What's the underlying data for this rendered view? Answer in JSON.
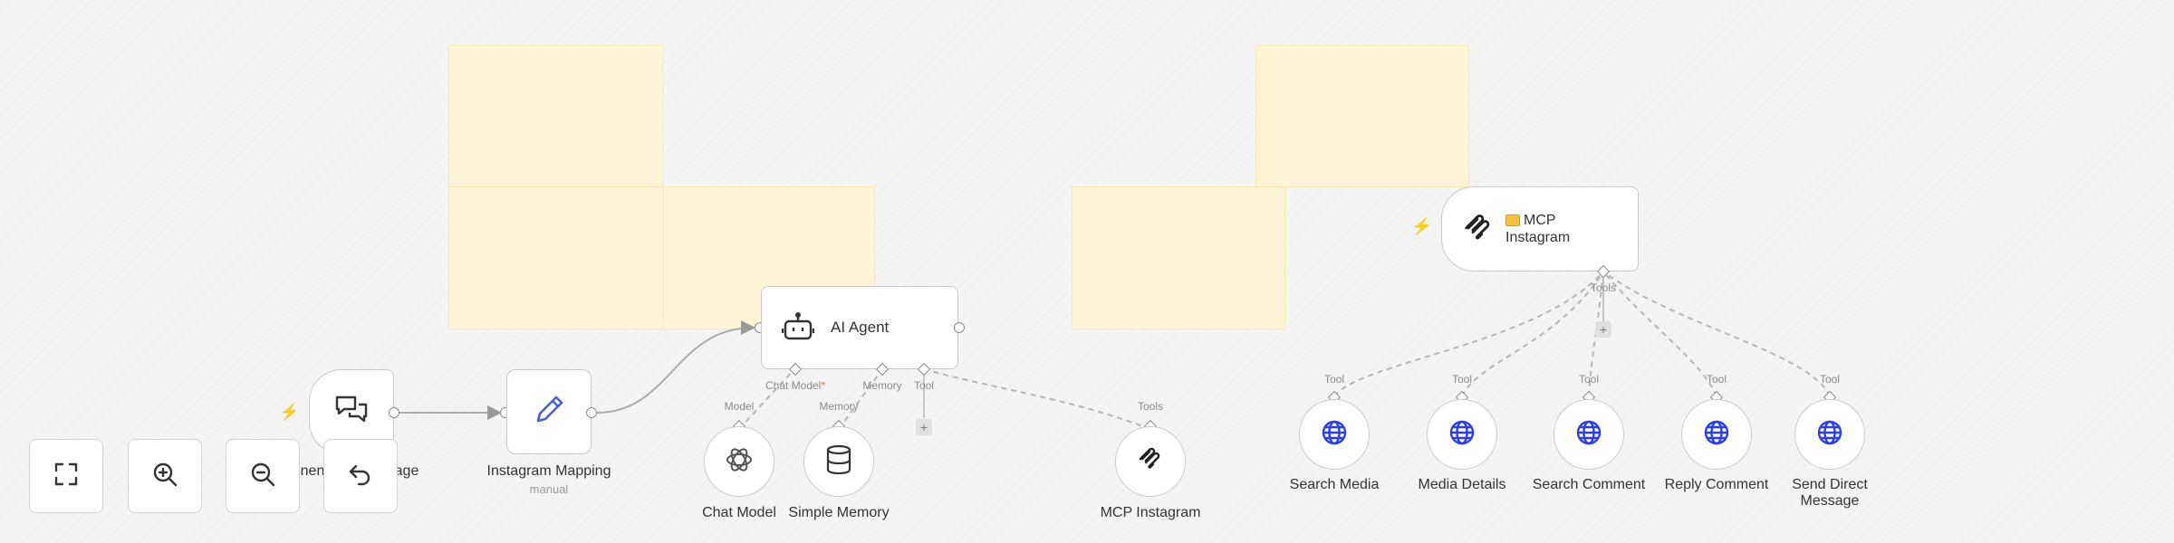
{
  "canvas": {
    "accent_trigger": "#ff5a4f",
    "sticky_color": "#fff5d6",
    "globe_color": "#2b3eea"
  },
  "nodes": {
    "trigger": {
      "label": "nen",
      "label_right": "age",
      "icon": "chat-bubbles-icon"
    },
    "instagram_mapping": {
      "label": "Instagram Mapping",
      "sublabel": "manual",
      "icon": "pencil-icon"
    },
    "ai_agent": {
      "label": "AI Agent",
      "icon": "robot-icon",
      "ports": {
        "chat_model": "Chat Model",
        "required_mark": "*",
        "memory": "Memory",
        "tool": "Tool"
      }
    },
    "chat_model": {
      "label": "Chat Model",
      "port": "Model",
      "icon": "openai-icon"
    },
    "simple_memory": {
      "label": "Simple Memory",
      "port": "Memory",
      "icon": "database-icon"
    },
    "mcp_instagram_tool": {
      "label": "MCP Instagram",
      "port": "Tools",
      "icon": "mcp-icon"
    },
    "mcp_server": {
      "line1": "MCP",
      "line2": "Instagram",
      "port": "Tools",
      "icon": "mcp-icon"
    },
    "tools": [
      {
        "label": "Search Media",
        "port": "Tool",
        "icon": "globe-icon"
      },
      {
        "label": "Media Details",
        "port": "Tool",
        "icon": "globe-icon"
      },
      {
        "label": "Search Comment",
        "port": "Tool",
        "icon": "globe-icon"
      },
      {
        "label": "Reply Comment",
        "port": "Tool",
        "icon": "globe-icon"
      },
      {
        "label": "Send Direct Message",
        "port": "Tool",
        "icon": "globe-icon"
      }
    ]
  },
  "plus_symbol": "+",
  "controls": [
    {
      "name": "fit-view-button",
      "icon": "fullscreen-icon"
    },
    {
      "name": "zoom-in-button",
      "icon": "zoom-in-icon"
    },
    {
      "name": "zoom-out-button",
      "icon": "zoom-out-icon"
    },
    {
      "name": "undo-button",
      "icon": "undo-icon"
    }
  ]
}
